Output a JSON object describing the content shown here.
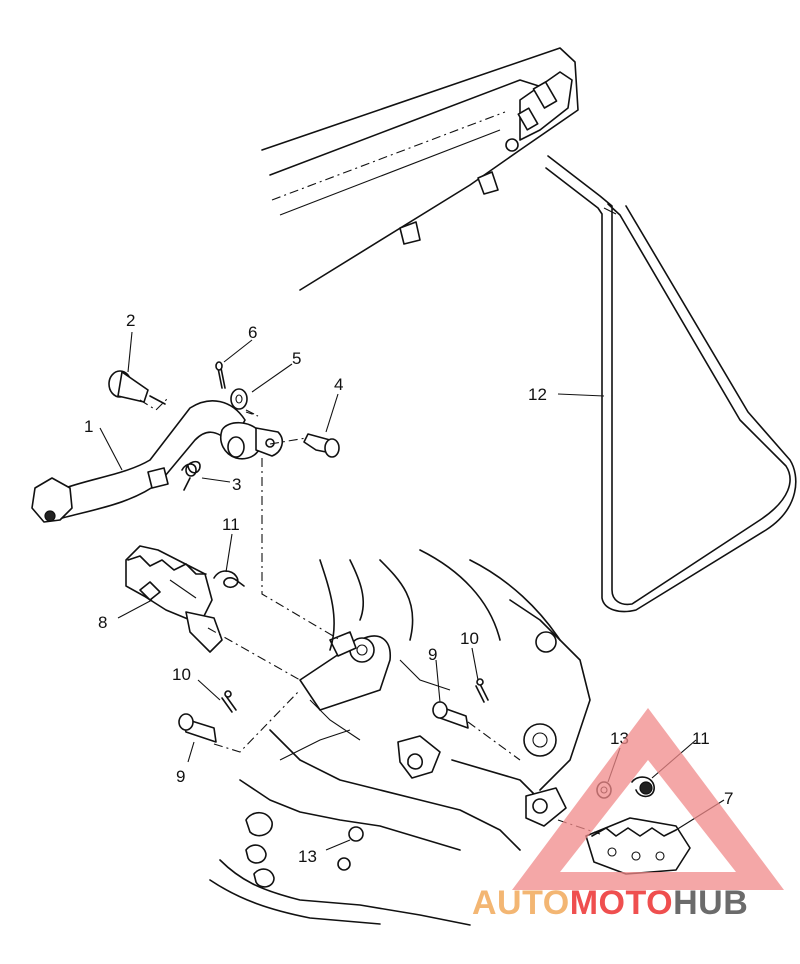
{
  "labels": {
    "l1": "1",
    "l2": "2",
    "l3": "3",
    "l4": "4",
    "l5": "5",
    "l6": "6",
    "l7": "7",
    "l8": "8",
    "l9a": "9",
    "l9b": "9",
    "l10a": "10",
    "l10b": "10",
    "l11a": "11",
    "l11b": "11",
    "l12": "12",
    "l13a": "13",
    "l13b": "13"
  },
  "watermark": {
    "part1": "AUTO",
    "part2": "MOTO",
    "part3": "HUB"
  },
  "colors": {
    "ink": "#111111",
    "wm_orange": "#f3b673",
    "wm_red": "#ef4f4f",
    "wm_gray": "#6b6b6b",
    "wm_tri": "#f08a8a"
  }
}
